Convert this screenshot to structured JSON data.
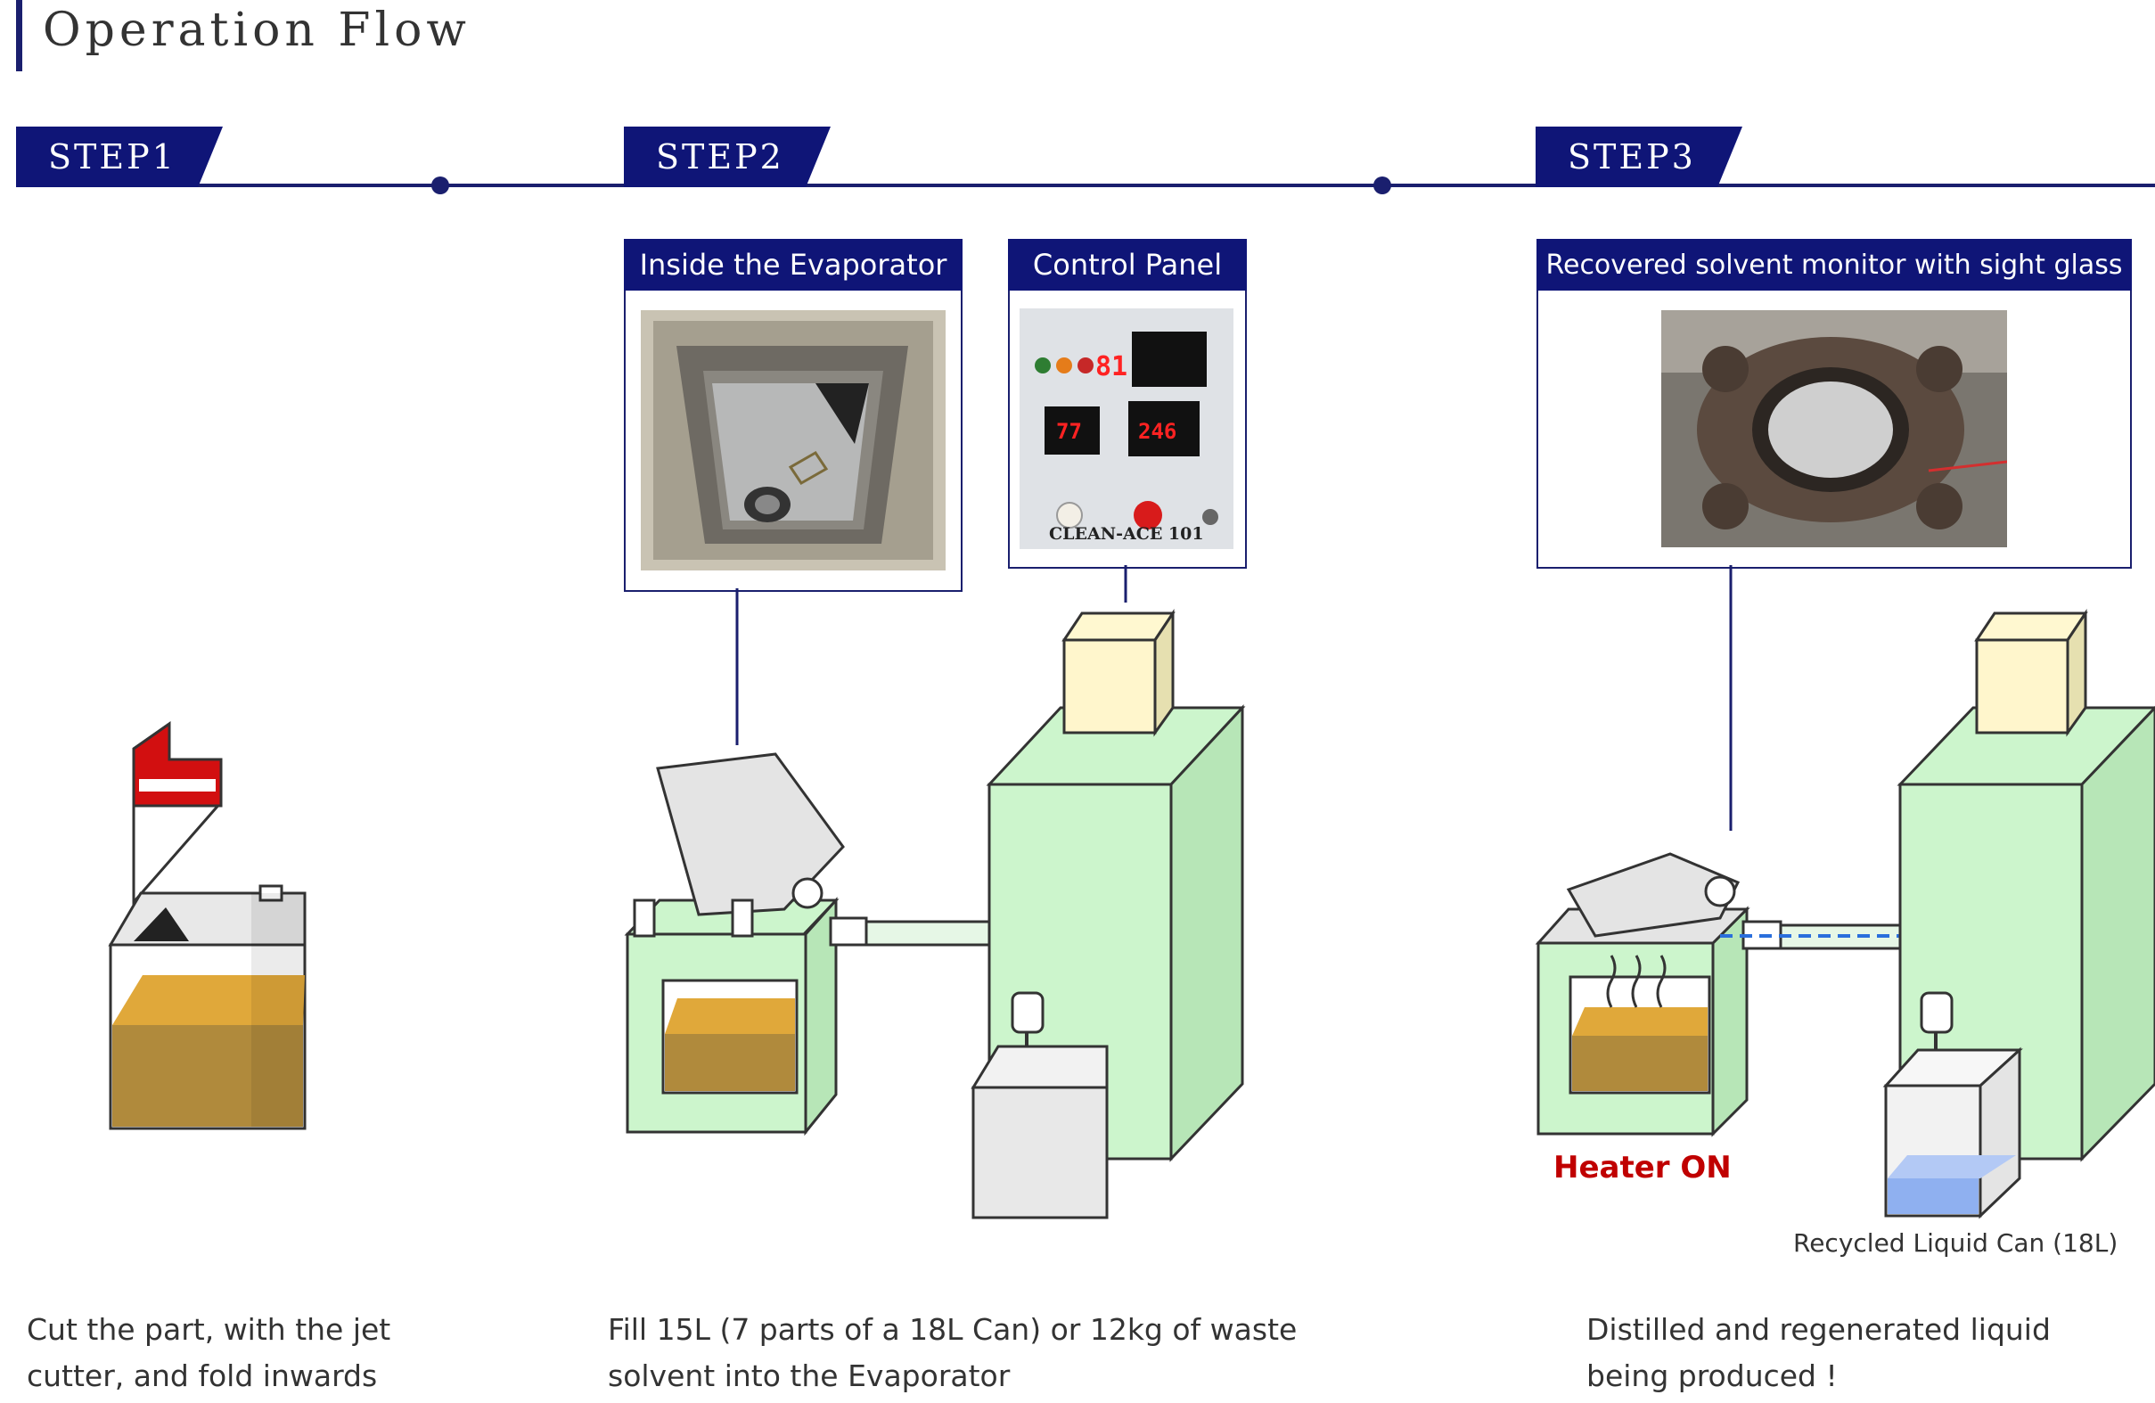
{
  "header": {
    "title": "Operation  Flow"
  },
  "steps": [
    {
      "label": "STEP1",
      "caption_line1": "Cut the part, with the jet",
      "caption_line2": "cutter, and fold inwards"
    },
    {
      "label": "STEP2",
      "caption_line1": "Fill 15L (7 parts of a 18L Can) or 12kg of waste",
      "caption_line2": "solvent into the Evaporator"
    },
    {
      "label": "STEP3",
      "caption_line1": "Distilled and regenerated liquid",
      "caption_line2": "being produced !"
    }
  ],
  "photos": {
    "evaporator": {
      "title": "Inside the Evaporator"
    },
    "control_panel": {
      "title": "Control Panel",
      "display_top": "81",
      "display_left": "77",
      "display_right": "246",
      "brand": "CLEAN-ACE 101"
    },
    "monitor": {
      "title": "Recovered solvent monitor with sight glass"
    }
  },
  "labels": {
    "heater": "Heater ON",
    "recycled_can": "Recycled Liquid Can (18L)"
  },
  "colors": {
    "navy": "#0f1577",
    "liquid_waste": "#b08a3c",
    "liquid_clean": "#8fb0f0",
    "machine_green": "#ccf5cc",
    "heater_red": "#c00000"
  }
}
